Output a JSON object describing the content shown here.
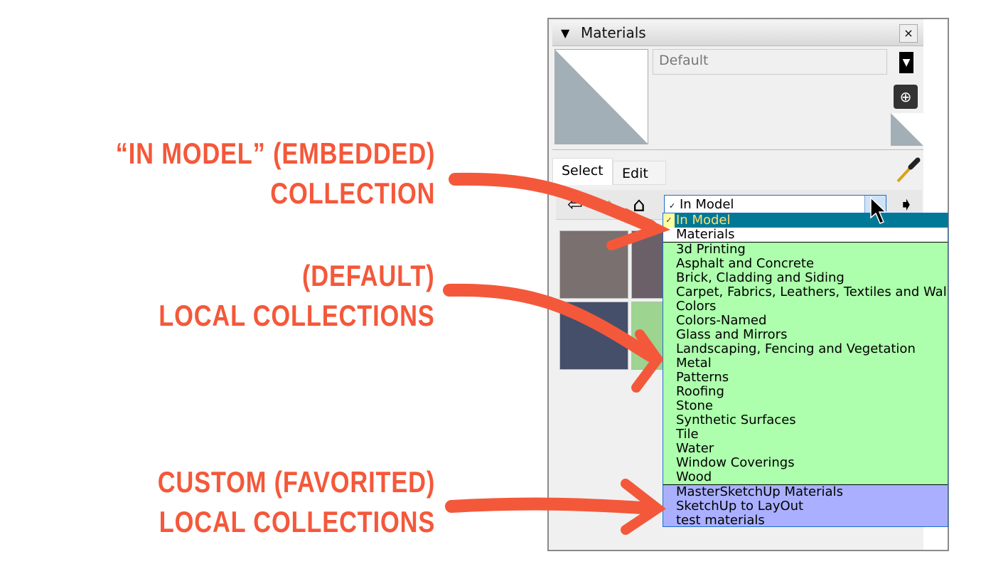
{
  "annotations": [
    {
      "line1": "“IN MODEL” (EMBEDDED)",
      "line2": "COLLECTION"
    },
    {
      "line1": "(DEFAULT)",
      "line2": "LOCAL COLLECTIONS"
    },
    {
      "line1": "CUSTOM (FAVORITED)",
      "line2": "LOCAL COLLECTIONS"
    }
  ],
  "panel": {
    "title": "Materials",
    "close": "×",
    "collapse": "▼",
    "material_name": "Default",
    "tabs": [
      "Select",
      "Edit"
    ],
    "collection_selected": "In Model",
    "check": "✓"
  },
  "dropdown": {
    "model": [
      "In Model",
      "Materials"
    ],
    "default_collections": [
      "3d Printing",
      "Asphalt and Concrete",
      "Brick, Cladding and Siding",
      "Carpet, Fabrics, Leathers, Textiles and Wallpaper",
      "Colors",
      "Colors-Named",
      "Glass and Mirrors",
      "Landscaping, Fencing and Vegetation",
      "Metal",
      "Patterns",
      "Roofing",
      "Stone",
      "Synthetic Surfaces",
      "Tile",
      "Water",
      "Window Coverings",
      "Wood"
    ],
    "custom_collections": [
      "MasterSketchUp Materials",
      "SketchUp to LayOut",
      "test materials"
    ]
  },
  "colors": {
    "accent": "#f4583a",
    "highlight": "#007996",
    "default_bg": "#adffad",
    "custom_bg": "#aab0ff"
  }
}
